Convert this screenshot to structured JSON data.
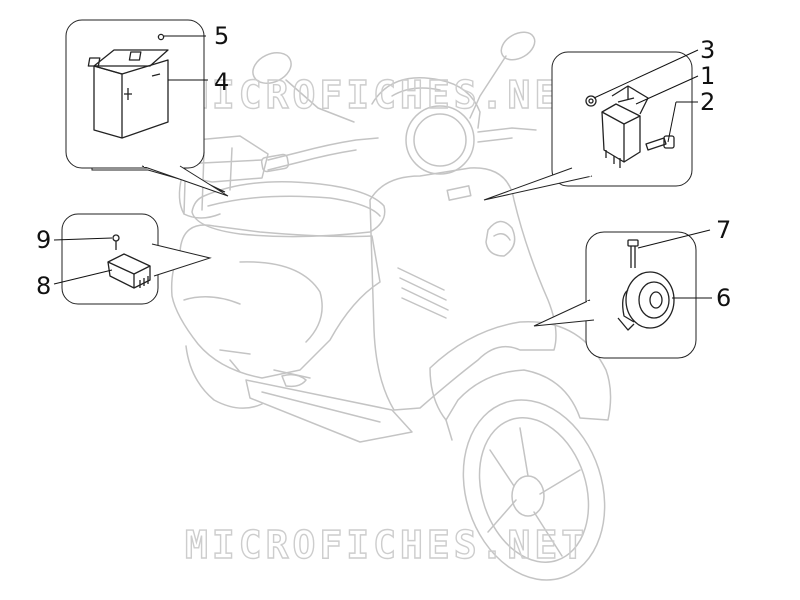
{
  "diagram": {
    "callouts": {
      "c1": "1",
      "c2": "2",
      "c3": "3",
      "c4": "4",
      "c5": "5",
      "c6": "6",
      "c7": "7",
      "c8": "8",
      "c9": "9"
    },
    "watermark_top": "MICROFICHES.NET",
    "watermark_bottom": "MICROFICHES.NET"
  },
  "colors": {
    "scooter_outline": "#c8c8c8",
    "part_outline": "#222222",
    "leader_line": "#111111",
    "watermark": "#d0d0d0"
  }
}
